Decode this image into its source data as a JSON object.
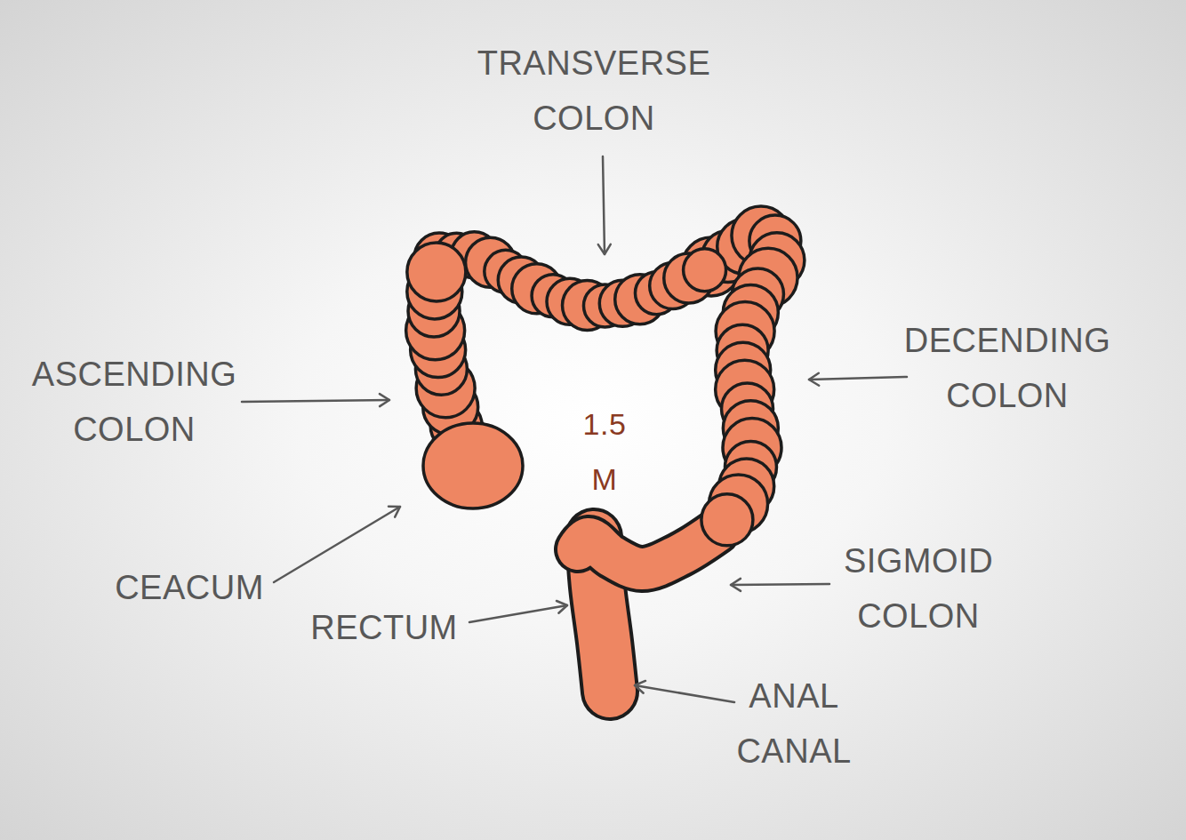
{
  "diagram": {
    "labels": [
      "TRANSVERSE COLON",
      "ASCENDING COLON",
      "DECENDING COLON",
      "1.5 M",
      "CEACUM",
      "RECTUM",
      "SIGMOID COLON",
      "ANAL CANAL"
    ]
  }
}
